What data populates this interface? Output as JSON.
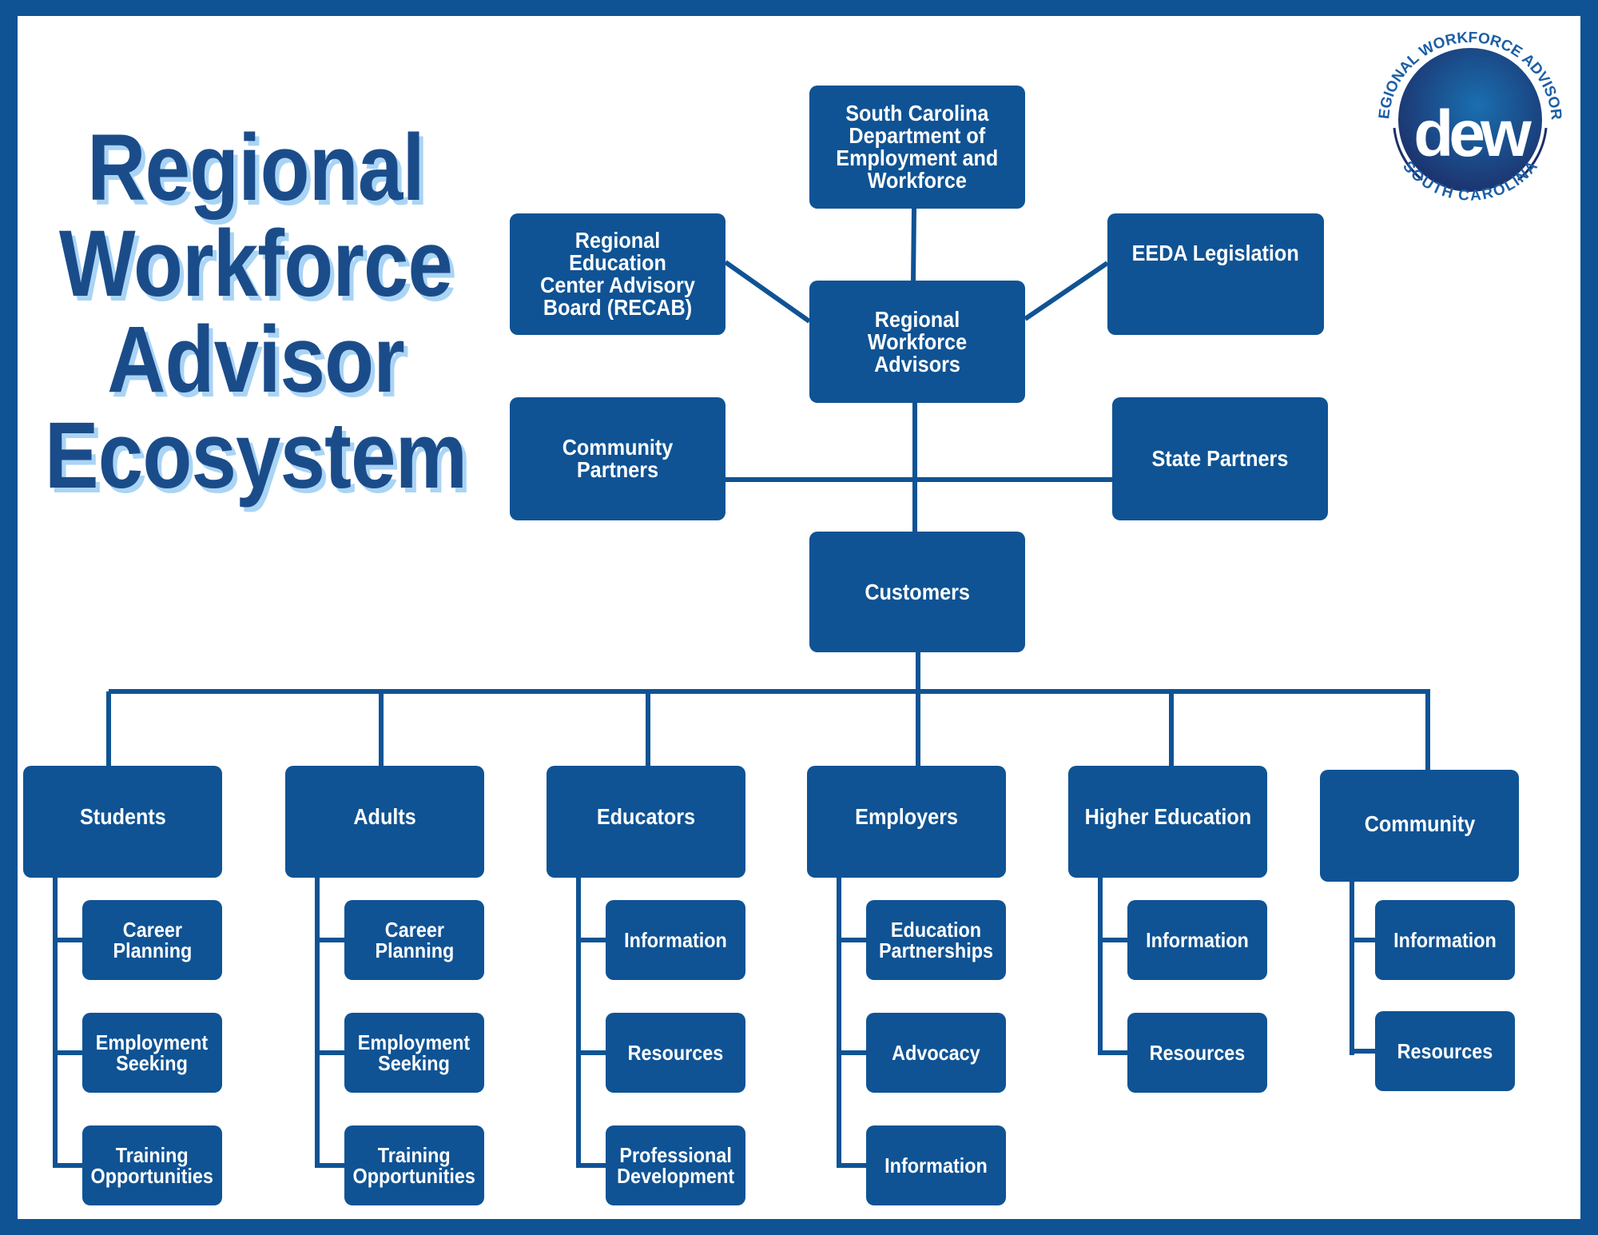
{
  "title_lines": [
    "Regional",
    "Workforce",
    "Advisor",
    "Ecosystem"
  ],
  "logo": {
    "arc_top": "REGIONAL WORKFORCE ADVISORS",
    "arc_bottom": "SOUTH CAROLINA",
    "wordmark": "dew",
    "icon": "crescent-moon-palmetto-icon"
  },
  "top_nodes": {
    "scdew": "South Carolina\nDepartment of\nEmployment and\nWorkforce",
    "recab": "Regional Education\nCenter Advisory\nBoard (RECAB)",
    "rwa": "Regional Workforce\nAdvisors",
    "eeda": "EEDA Legislation",
    "community_partners": "Community\nPartners",
    "state_partners": "State Partners",
    "customers": "Customers"
  },
  "categories": [
    {
      "label": "Students",
      "children": [
        "Career\nPlanning",
        "Employment\nSeeking",
        "Training\nOpportunities"
      ]
    },
    {
      "label": "Adults",
      "children": [
        "Career\nPlanning",
        "Employment\nSeeking",
        "Training\nOpportunities"
      ]
    },
    {
      "label": "Educators",
      "children": [
        "Information",
        "Resources",
        "Professional\nDevelopment"
      ]
    },
    {
      "label": "Employers",
      "children": [
        "Education\nPartnerships",
        "Advocacy",
        "Information"
      ]
    },
    {
      "label": "Higher Education",
      "children": [
        "Information",
        "Resources"
      ]
    },
    {
      "label": "Community",
      "children": [
        "Information",
        "Resources"
      ]
    }
  ],
  "colors": {
    "box": "#0f5394",
    "title": "#1b4c8a",
    "title_shadow": "#a9d4f5",
    "frame": "#0f5394"
  }
}
